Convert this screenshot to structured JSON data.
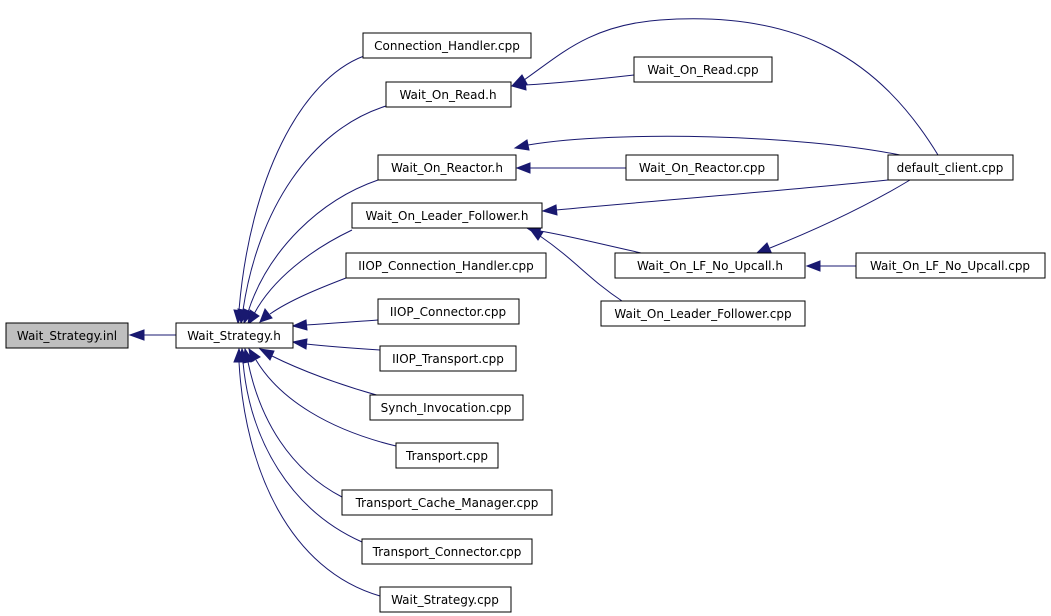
{
  "nodes": {
    "wait_strategy_inl": "Wait_Strategy.inl",
    "wait_strategy_h": "Wait_Strategy.h",
    "connection_handler_cpp": "Connection_Handler.cpp",
    "wait_on_read_h": "Wait_On_Read.h",
    "wait_on_read_cpp": "Wait_On_Read.cpp",
    "wait_on_reactor_h": "Wait_On_Reactor.h",
    "wait_on_reactor_cpp": "Wait_On_Reactor.cpp",
    "default_client_cpp": "default_client.cpp",
    "wait_on_leader_follower_h": "Wait_On_Leader_Follower.h",
    "wait_on_lf_no_upcall_h": "Wait_On_LF_No_Upcall.h",
    "wait_on_lf_no_upcall_cpp": "Wait_On_LF_No_Upcall.cpp",
    "wait_on_leader_follower_cpp": "Wait_On_Leader_Follower.cpp",
    "iiop_connection_handler_cpp": "IIOP_Connection_Handler.cpp",
    "iiop_connector_cpp": "IIOP_Connector.cpp",
    "iiop_transport_cpp": "IIOP_Transport.cpp",
    "synch_invocation_cpp": "Synch_Invocation.cpp",
    "transport_cpp": "Transport.cpp",
    "transport_cache_manager_cpp": "Transport_Cache_Manager.cpp",
    "transport_connector_cpp": "Transport_Connector.cpp",
    "wait_strategy_cpp": "Wait_Strategy.cpp"
  },
  "colors": {
    "edge": "#191970",
    "root_fill": "#bfbfbf",
    "node_fill": "#ffffff",
    "node_stroke": "#000000"
  }
}
